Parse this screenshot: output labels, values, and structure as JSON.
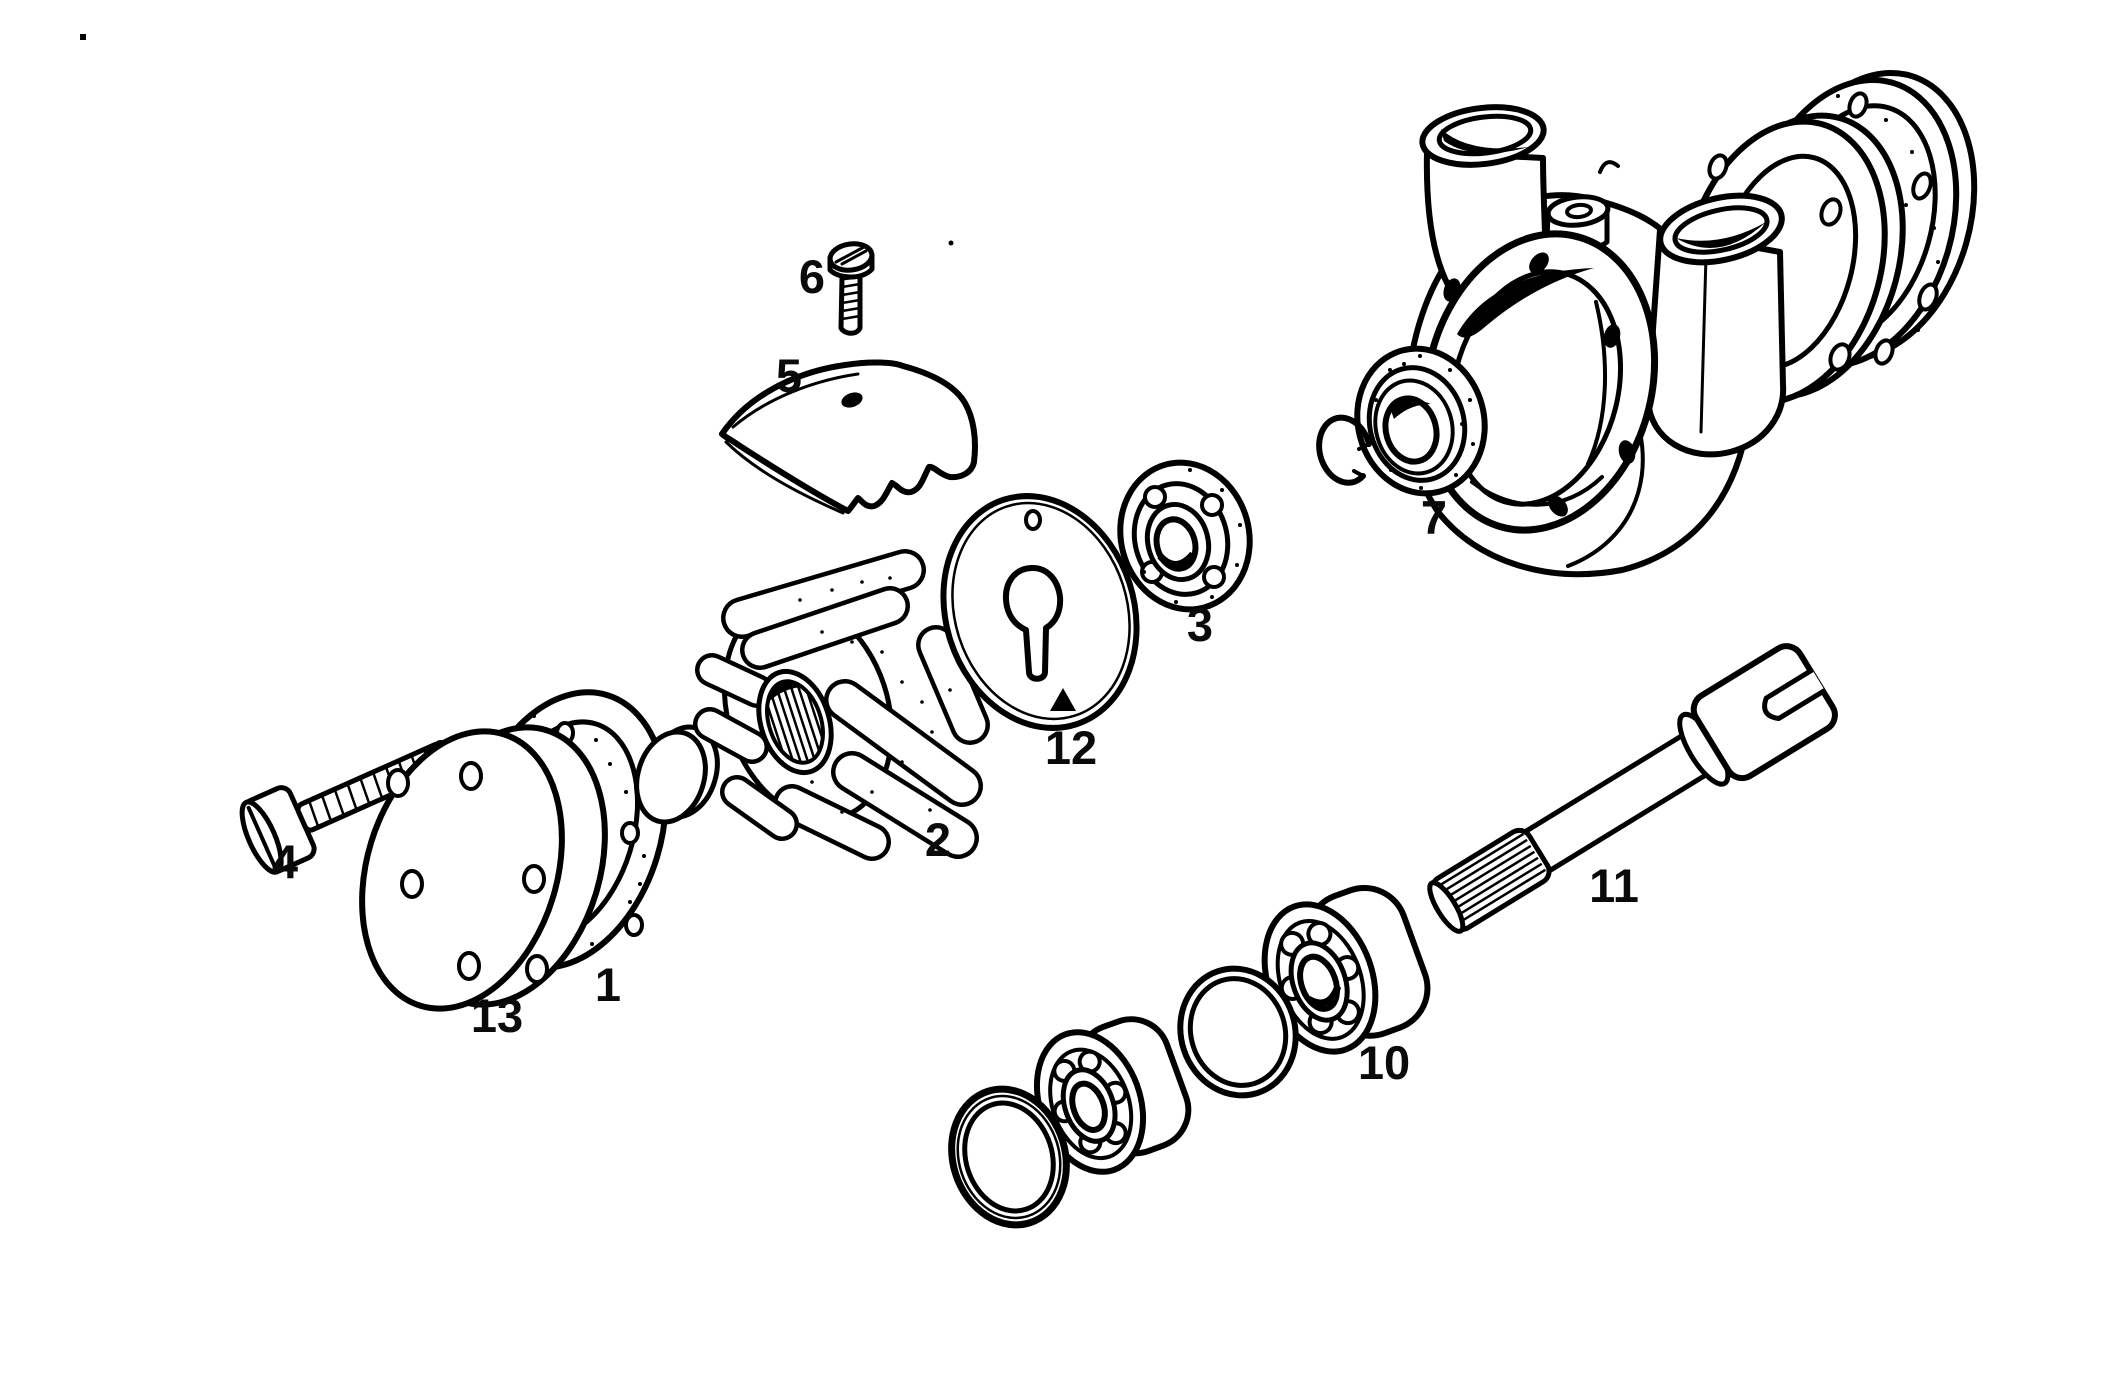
{
  "diagram": {
    "type": "exploded-view-parts-diagram",
    "subject": "sea water pump",
    "background_color": "#ffffff",
    "ink_color": "#000000"
  },
  "parts": [
    {
      "label": "1",
      "name": "gasket"
    },
    {
      "label": "2",
      "name": "impeller"
    },
    {
      "label": "3",
      "name": "bearing-seal"
    },
    {
      "label": "4",
      "name": "cover-screw"
    },
    {
      "label": "5",
      "name": "cam"
    },
    {
      "label": "6",
      "name": "cam-screw"
    },
    {
      "label": "7",
      "name": "shaft-seal"
    },
    {
      "label": "10",
      "name": "ball-bearing"
    },
    {
      "label": "11",
      "name": "drive-shaft"
    },
    {
      "label": "12",
      "name": "wear-plate"
    },
    {
      "label": "13",
      "name": "end-cover"
    }
  ]
}
